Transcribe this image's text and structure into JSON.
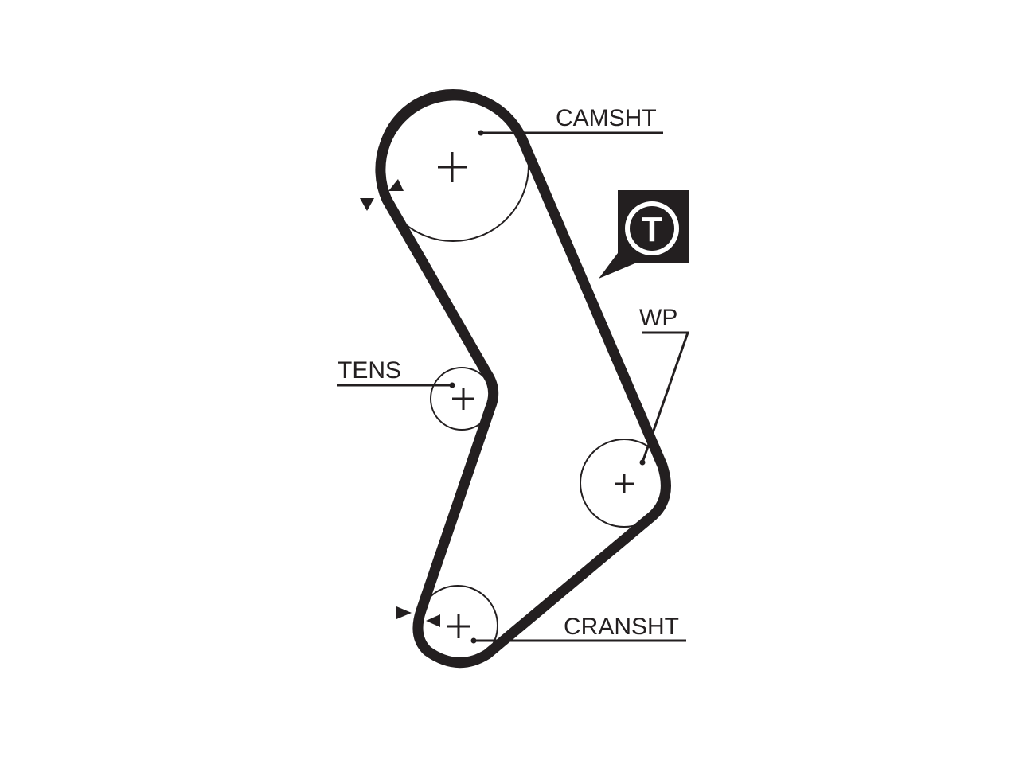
{
  "diagram": {
    "labels": {
      "camshaft": "CAMSHT",
      "water_pump": "WP",
      "tensioner": "TENS",
      "crankshaft": "CRANSHT"
    },
    "badge": {
      "letter": "T",
      "icon": "tensioner-badge-icon"
    },
    "colors": {
      "ink": "#231f20",
      "background": "#ffffff"
    }
  }
}
